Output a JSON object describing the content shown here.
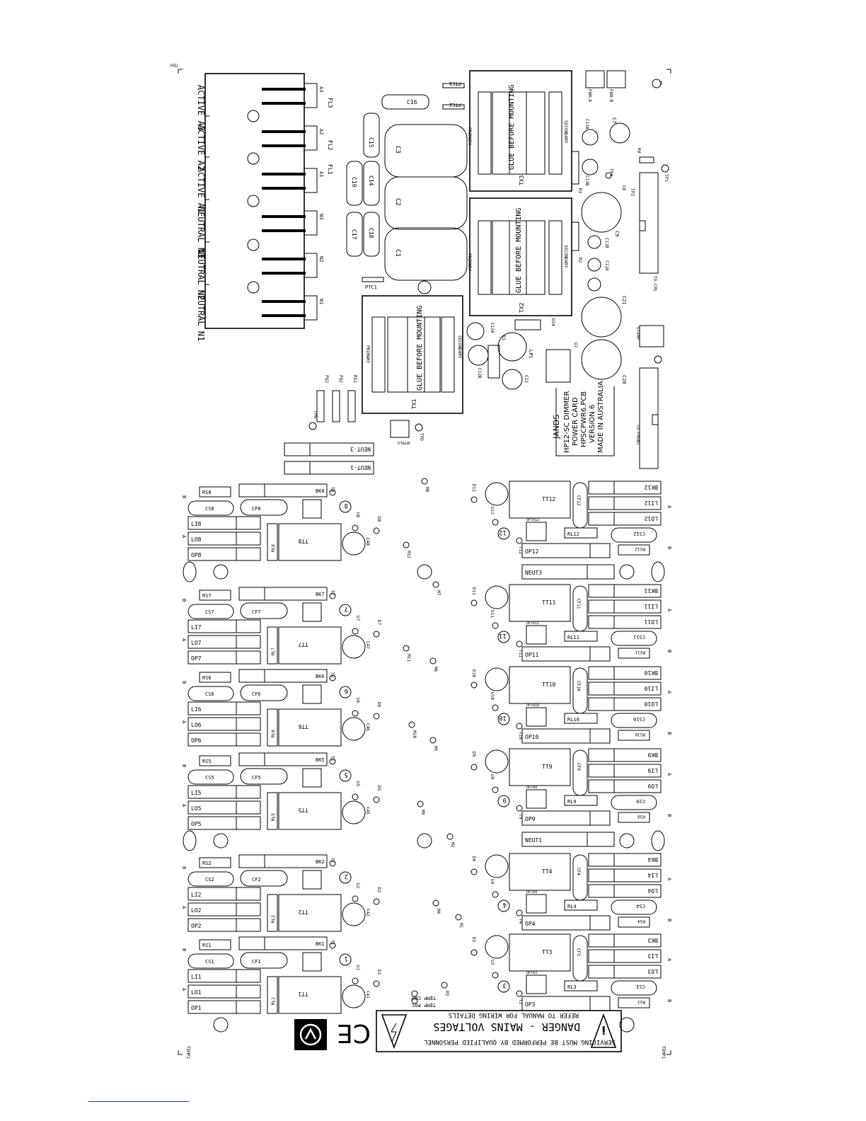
{
  "board": {
    "corner_tl": "TEH",
    "corner_bl": "TEMP2",
    "corner_br": "TEMP1"
  },
  "mains": {
    "labels": [
      "ACTIVE A3",
      "ACTIVE A2",
      "ACTIVE A1",
      "NEUTRAL N3",
      "NEUTRAL N2",
      "NEUTRAL N1"
    ],
    "pins": [
      "A3",
      "A2",
      "A1",
      "N3",
      "N2",
      "N1"
    ],
    "filters": [
      "FL3",
      "FL2",
      "FL1"
    ]
  },
  "caps_top": [
    "C16",
    "C15",
    "C14",
    "C19",
    "C18",
    "C17",
    "C3",
    "C2",
    "C1",
    "PTC1",
    "PTC2",
    "PTC3"
  ],
  "transformers": [
    {
      "ref": "TX3",
      "primary": "PRIMARY",
      "secondary": "SECONDARY",
      "note": "GLUE BEFORE MOUNTING"
    },
    {
      "ref": "TX2",
      "primary": "PRIMARY",
      "secondary": "SECONDARY",
      "note": "GLUE BEFORE MOUNTING"
    },
    {
      "ref": "TX1",
      "primary": "PRIMARY",
      "secondary": "SECONDARY",
      "note": "GLUE BEFORE MOUNTING"
    }
  ],
  "right_top": [
    "FAN-A",
    "FAN-B",
    "TP-",
    "C7",
    "C13A",
    "C13B",
    "R4",
    "TP1",
    "TP3",
    "R3",
    "TP4",
    "C8",
    "C9",
    "R2",
    "C11B",
    "C11A",
    "C21",
    "C20",
    "D24",
    "U2",
    "LP1",
    "C12A",
    "C12B",
    "D1",
    "C22",
    "OTEMP",
    "TO-CPU",
    "TO-FRONT",
    "PQ3",
    "PQ2",
    "RS1",
    "TPN",
    "TPD",
    "OPTPLS"
  ],
  "card_info": [
    "JANDS",
    "HP12-SC DIMMER",
    "POWER CARD",
    "HPSCPWR6.PCB",
    "VERSION 6",
    "MADE IN AUSTRALIA"
  ],
  "neutral": [
    "NEUT-3",
    "NEUT-1",
    "NEUT3",
    "NEUT1"
  ],
  "left_channels": [
    {
      "n": "8",
      "bk": "BK8",
      "rs": "RS8",
      "cs": "CS8",
      "cf": "CF8",
      "li": "LI8",
      "lo": "LO8",
      "op": "OP8",
      "tt": "TT8",
      "rl": "RL8",
      "d": "D8",
      "cap": "C48",
      "t": "T8",
      "u": "U8"
    },
    {
      "n": "7",
      "bk": "BK7",
      "rs": "RS7",
      "cs": "CS7",
      "cf": "CF7",
      "li": "LI7",
      "lo": "LO7",
      "op": "OP7",
      "tt": "TT7",
      "rl": "RL7",
      "d": "D7",
      "cap": "C47",
      "t": "T7",
      "u": "U7"
    },
    {
      "n": "6",
      "bk": "BK6",
      "rs": "RS6",
      "cs": "CS6",
      "cf": "CF6",
      "li": "LI6",
      "lo": "LO6",
      "op": "OP6",
      "tt": "TT6",
      "rl": "RL6",
      "d": "D6",
      "cap": "C46",
      "t": "T6",
      "u": "U6"
    },
    {
      "n": "5",
      "bk": "BK5",
      "rs": "RS5",
      "cs": "CS5",
      "cf": "CF5",
      "li": "LI5",
      "lo": "LO5",
      "op": "OP5",
      "tt": "TT5",
      "rl": "RL5",
      "d": "D5",
      "cap": "C45",
      "t": "T5",
      "u": "U5"
    },
    {
      "n": "2",
      "bk": "BK2",
      "rs": "RS2",
      "cs": "CS2",
      "cf": "CF2",
      "li": "LI2",
      "lo": "LO2",
      "op": "OP2",
      "tt": "TT2",
      "rl": "RL2",
      "d": "D2",
      "cap": "C42",
      "t": "T2",
      "u": "U2"
    },
    {
      "n": "1",
      "bk": "BK1",
      "rs": "RS1",
      "cs": "CS1",
      "cf": "CF1",
      "li": "LI1",
      "lo": "LO1",
      "op": "OP1",
      "tt": "TT1",
      "rl": "RL1",
      "d": "D1",
      "cap": "C41",
      "t": "T1",
      "u": "U1"
    }
  ],
  "right_channels": [
    {
      "n": "12",
      "bk": "BK12",
      "li": "LI12",
      "lo": "LO12",
      "cs": "CS12",
      "rs": "RS12",
      "op": "OP12",
      "tt": "TT12",
      "rl": "RL12",
      "cf": "CF12",
      "optr": "OPTR12",
      "d": "D12",
      "t": "T12",
      "u": "U12"
    },
    {
      "n": "11",
      "bk": "BK11",
      "li": "LI11",
      "lo": "LO11",
      "cs": "CS11",
      "rs": "RS11",
      "op": "OP11",
      "tt": "TT11",
      "rl": "RL11",
      "cf": "CF11",
      "optr": "OPTR11",
      "d": "D11",
      "t": "T11",
      "u": "U11"
    },
    {
      "n": "10",
      "bk": "BK10",
      "li": "LI10",
      "lo": "LO10",
      "cs": "CS10",
      "rs": "RS10",
      "op": "OP10",
      "tt": "TT10",
      "rl": "RL10",
      "cf": "CF10",
      "optr": "OPTR10",
      "d": "D10",
      "t": "T10",
      "u": "U10"
    },
    {
      "n": "9",
      "bk": "BK9",
      "li": "LI9",
      "lo": "LO9",
      "cs": "CS9",
      "rs": "RS9",
      "op": "OP9",
      "tt": "TT9",
      "rl": "RL9",
      "cf": "CF9",
      "optr": "OPTR9",
      "d": "D9",
      "t": "T9",
      "u": "U9"
    },
    {
      "n": "4",
      "bk": "BK4",
      "li": "LI4",
      "lo": "LO4",
      "cs": "CS4",
      "rs": "RS4",
      "op": "OP4",
      "tt": "TT4",
      "rl": "RL4",
      "cf": "CF4",
      "optr": "OPTR4",
      "d": "D4",
      "t": "T4",
      "u": "U4"
    },
    {
      "n": "3",
      "bk": "BK3",
      "li": "LI3",
      "lo": "LO3",
      "cs": "CS3",
      "rs": "RS3",
      "op": "OP3",
      "tt": "TT3",
      "rl": "RL3",
      "cf": "CF3",
      "optr": "OPTR3",
      "d": "D3",
      "t": "T3",
      "u": "U3"
    }
  ],
  "middle_pads": [
    "M8",
    "M12",
    "M7",
    "M11",
    "M6",
    "M10",
    "M5",
    "M9",
    "M2",
    "M4",
    "M1",
    "M3"
  ],
  "temp_pads": [
    "TEMP COM",
    "TEMP POS"
  ],
  "side_letters": {
    "a": "A",
    "b": "B"
  },
  "warning": {
    "line1": "DANGER - MAINS VOLTAGES",
    "line2": "REFER TO MANUAL FOR WIRING DETAILS",
    "line3": "SERVICING MUST BE PERFORMED BY QUALIFIED PERSONNEL",
    "ce": "CE"
  }
}
